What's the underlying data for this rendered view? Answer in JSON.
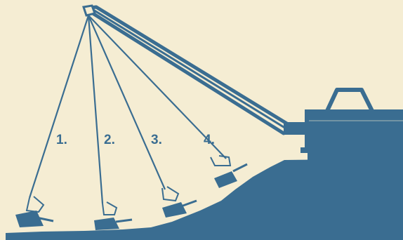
{
  "colors": {
    "background": "#f5edd3",
    "ink": "#3a6d91"
  },
  "steps": [
    {
      "label": "1."
    },
    {
      "label": "2."
    },
    {
      "label": "3."
    },
    {
      "label": "4."
    }
  ]
}
